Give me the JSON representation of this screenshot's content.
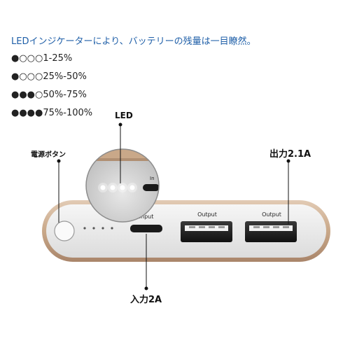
{
  "headline": "LEDインジケーターにより、バッテリーの残量は一目瞭然。",
  "legend": [
    {
      "dots": "●○○○",
      "range": "1-25%"
    },
    {
      "dots": "●○○○",
      "range": "25%-50%"
    },
    {
      "dots": "●●●○",
      "range": "50%-75%"
    },
    {
      "dots": "●●●●",
      "range": "75%-100%"
    }
  ],
  "callouts": {
    "led": "LED",
    "power_button": "電源ボタン",
    "output_spec": "出力2.1A",
    "input_spec": "入力2A"
  },
  "port_labels": {
    "input": "Input",
    "input_zoom": "In",
    "output_1": "Output",
    "output_2": "Output"
  },
  "colors": {
    "headline": "#1f5fa8",
    "body_gold": "#c9a889",
    "panel": "#ececec"
  }
}
